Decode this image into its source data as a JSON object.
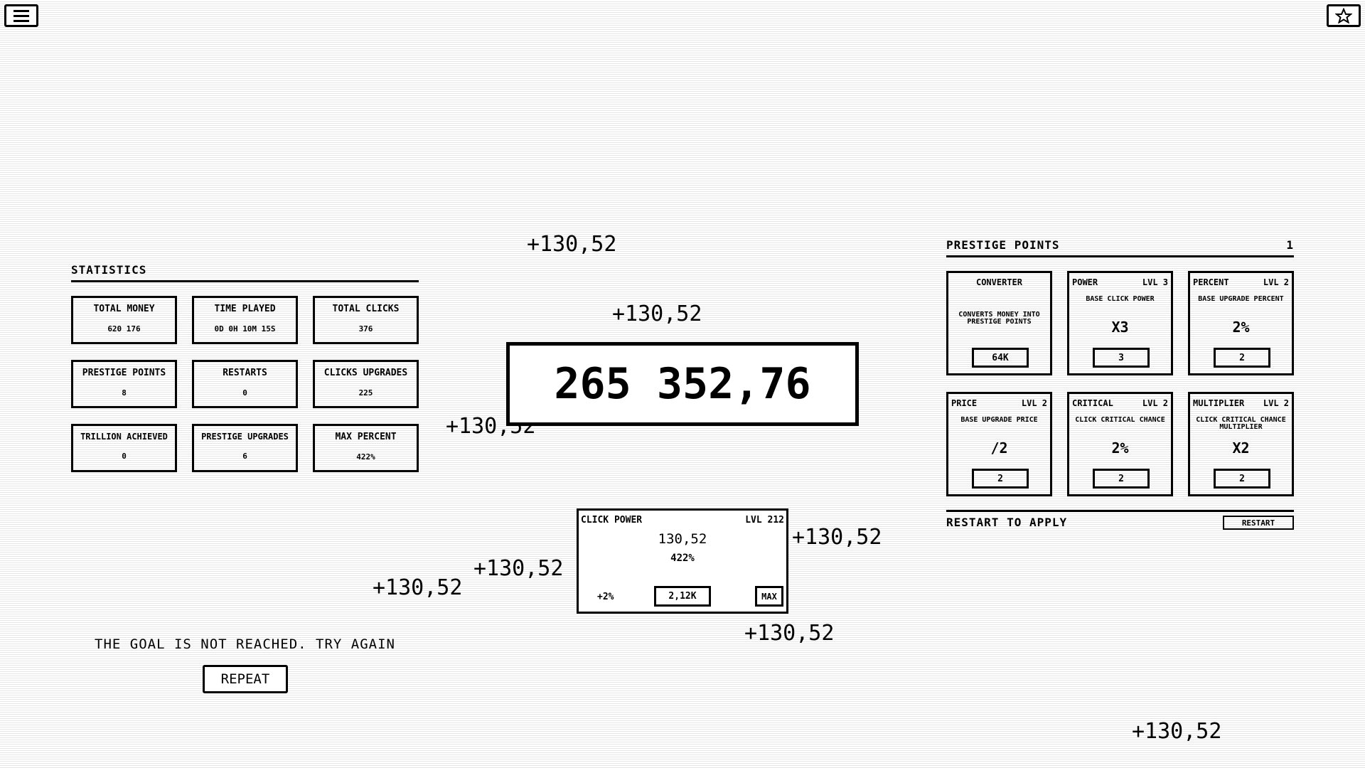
{
  "top": {
    "menu_icon": "hamburger-menu-icon",
    "favorite_icon": "star-icon"
  },
  "money": "265 352,76",
  "floats": [
    "+130,52",
    "+130,52",
    "+130,52",
    "+130,52",
    "+130,52",
    "+130,52",
    "+130,52",
    "+130,52"
  ],
  "statistics": {
    "title": "Statistics",
    "items": [
      {
        "label": "Total money",
        "value": "620 176"
      },
      {
        "label": "Time played",
        "value": "0D 0H 10M 15S"
      },
      {
        "label": "Total clicks",
        "value": "376"
      },
      {
        "label": "Prestige points",
        "value": "8"
      },
      {
        "label": "Restarts",
        "value": "0"
      },
      {
        "label": "Clicks upgrades",
        "value": "225"
      },
      {
        "label": "Trillion achieved",
        "value": "0"
      },
      {
        "label": "Prestige upgrades",
        "value": "6"
      },
      {
        "label": "Max percent",
        "value": "422%"
      }
    ]
  },
  "click_power": {
    "title": "Click power",
    "level": "LVL 212",
    "value": "130,52",
    "percent": "422%",
    "increment": "+2%",
    "price": "2,12K",
    "max_label": "MAX"
  },
  "goal": {
    "message": "The goal is not reached. Try again",
    "repeat_label": "Repeat"
  },
  "prestige": {
    "title": "Prestige points",
    "points": "1",
    "converter": {
      "title": "Converter",
      "description": "Converts money into prestige points",
      "price": "64K"
    },
    "upgrades": [
      {
        "name": "Power",
        "level": "LVL 3",
        "description": "Base click power",
        "value": "x3",
        "price": "3"
      },
      {
        "name": "Percent",
        "level": "LVL 2",
        "description": "Base upgrade percent",
        "value": "2%",
        "price": "2"
      },
      {
        "name": "Price",
        "level": "LVL 2",
        "description": "Base upgrade price",
        "value": "/2",
        "price": "2"
      },
      {
        "name": "Critical",
        "level": "LVL 2",
        "description": "Click critical chance",
        "value": "2%",
        "price": "2"
      },
      {
        "name": "Multiplier",
        "level": "LVL 2",
        "description": "Click critical chance multiplier",
        "value": "x2",
        "price": "2"
      }
    ],
    "restart_note": "Restart to apply",
    "restart_label": "Restart"
  }
}
